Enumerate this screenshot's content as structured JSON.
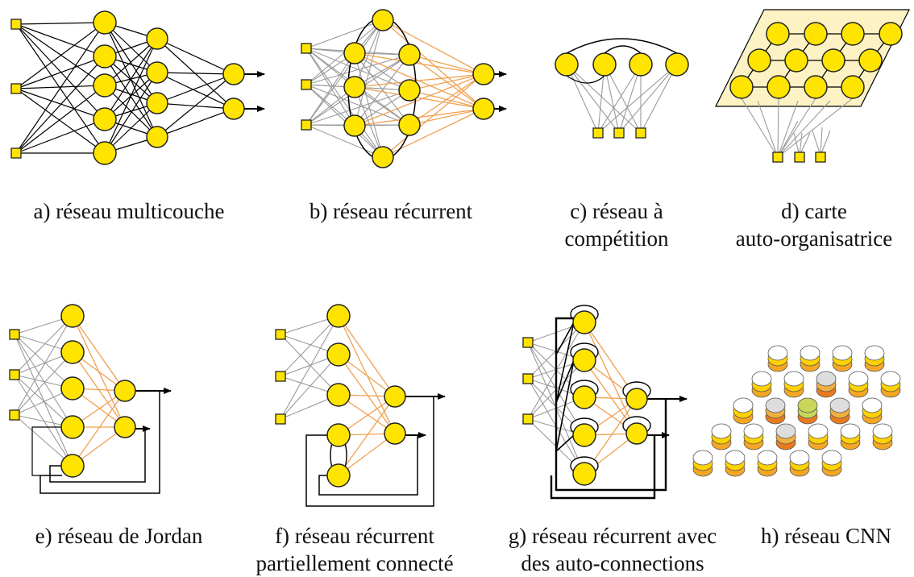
{
  "colors": {
    "node_fill": "#FFE400",
    "node_stroke": "#222222",
    "input_fill": "#FFE400",
    "edge_black": "#000000",
    "edge_gray": "#9A9A9A",
    "edge_orange": "#F0A050",
    "map_panel": "#FCF2C4",
    "cnn_top": "#FFFFFF",
    "cnn_layer1": "#FFD200",
    "cnn_layer2": "#F5A623",
    "cnn_focus_top": "#C8D65A",
    "cnn_focus_bottom": "#E87A20"
  },
  "panels": [
    {
      "id": "a",
      "caption": [
        "a) réseau multicouche"
      ]
    },
    {
      "id": "b",
      "caption": [
        "b) réseau récurrent"
      ]
    },
    {
      "id": "c",
      "caption": [
        "c) réseau à",
        "compétition"
      ]
    },
    {
      "id": "d",
      "caption": [
        "d) carte",
        "auto-organisatrice"
      ]
    },
    {
      "id": "e",
      "caption": [
        "e) réseau de Jordan"
      ]
    },
    {
      "id": "f",
      "caption": [
        "f) réseau récurrent",
        "partiellement connecté"
      ]
    },
    {
      "id": "g",
      "caption": [
        "g) réseau récurrent avec",
        "des auto-connections"
      ]
    },
    {
      "id": "h",
      "caption": [
        "h) réseau CNN"
      ]
    }
  ]
}
